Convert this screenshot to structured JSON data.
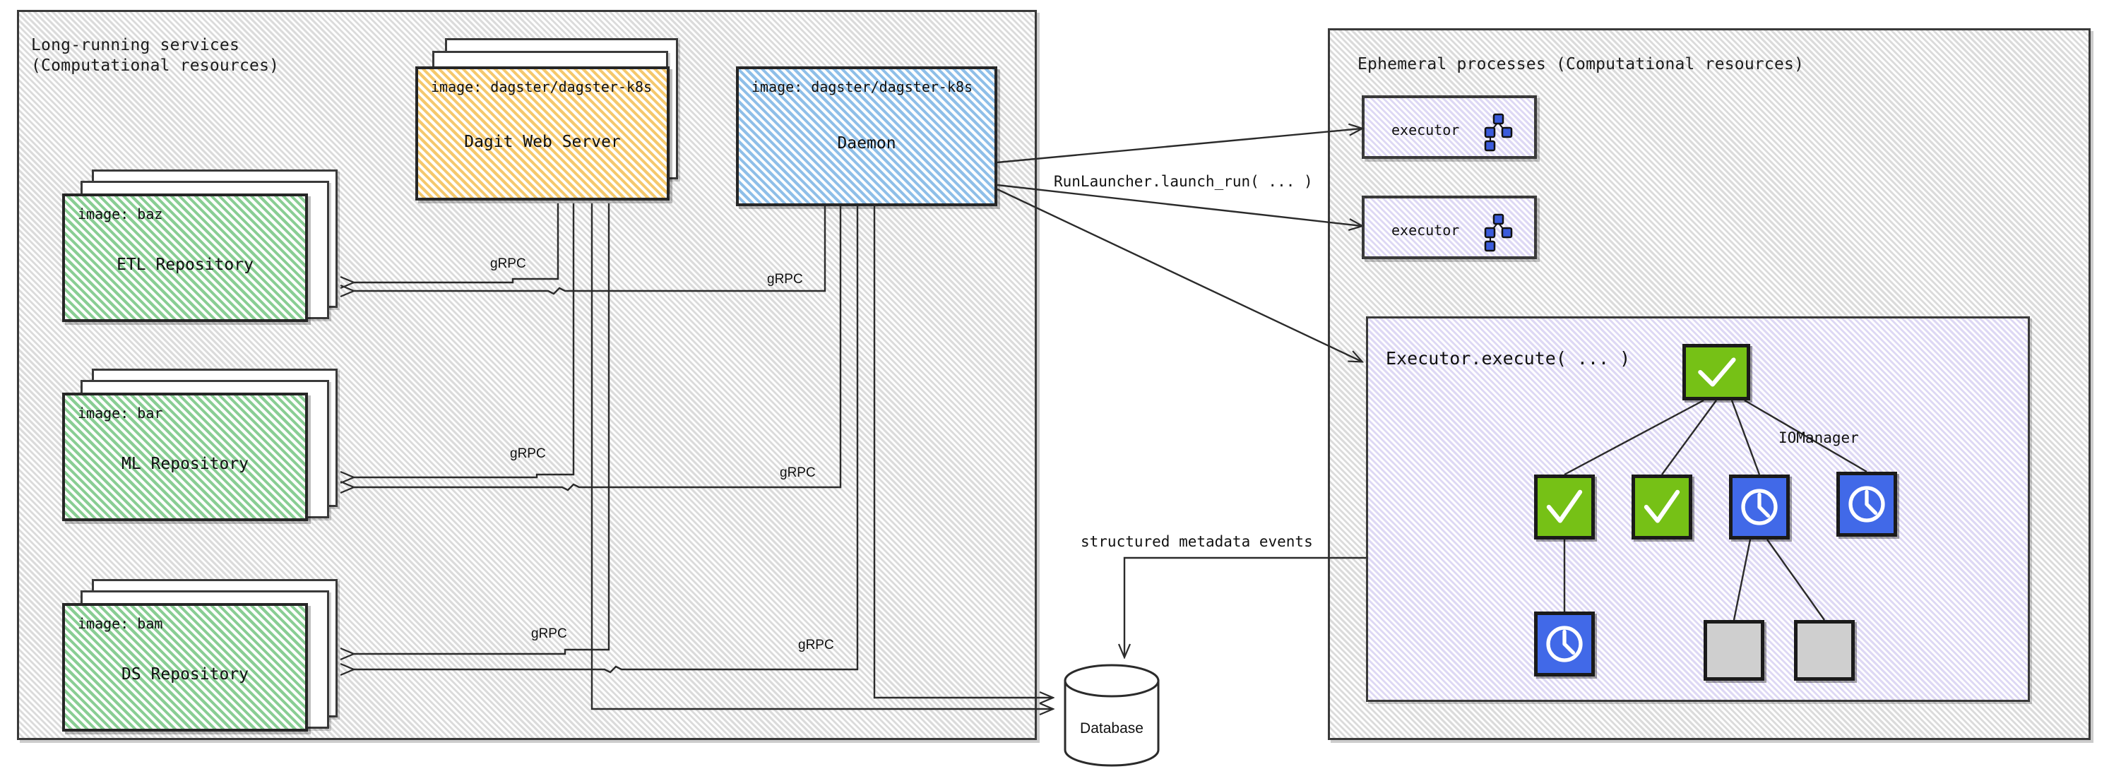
{
  "colors": {
    "green_node": "#76c116",
    "blue_node": "#4169e8",
    "grey_node": "#cfcfcf",
    "repo_fill": "#dff2e0",
    "dagit_fill": "#fdeec9",
    "daemon_fill": "#dbeaf9",
    "executor_fill": "#f3f1fb",
    "panel_fill": "#f2f2f2",
    "stroke": "#3a3a3a"
  },
  "left_panel": {
    "title": "Long-running services\n(Computational resources)"
  },
  "right_panel": {
    "title": "Ephemeral processes (Computational resources)"
  },
  "services": [
    {
      "image": "image: dagster/dagster-k8s",
      "name": "Dagit Web Server",
      "style": "orange"
    },
    {
      "image": "image: dagster/dagster-k8s",
      "name": "Daemon",
      "style": "blue"
    }
  ],
  "repositories": [
    {
      "image": "image: baz",
      "name": "ETL Repository"
    },
    {
      "image": "image: bar",
      "name": "ML Repository"
    },
    {
      "image": "image: bam",
      "name": "DS Repository"
    }
  ],
  "executors": [
    {
      "label": "executor",
      "icon": "dag-icon"
    },
    {
      "label": "executor",
      "icon": "dag-icon"
    }
  ],
  "execute_panel": {
    "title": "Executor.execute( ... )",
    "io_manager_label": "IOManager"
  },
  "database": {
    "label": "Database"
  },
  "edge_labels": {
    "run_launcher": "RunLauncher.launch_run( ... )",
    "structured_metadata": "structured metadata events",
    "grpc": "gRPC"
  },
  "grpc_labels": [
    {
      "text": "gRPC"
    },
    {
      "text": "gRPC"
    },
    {
      "text": "gRPC"
    },
    {
      "text": "gRPC"
    },
    {
      "text": "gRPC"
    },
    {
      "text": "gRPC"
    }
  ],
  "dag_nodes": [
    {
      "kind": "check",
      "name": "dag-node-root-success"
    },
    {
      "kind": "check",
      "name": "dag-node-success-a"
    },
    {
      "kind": "check",
      "name": "dag-node-success-b"
    },
    {
      "kind": "clock",
      "name": "dag-node-running-a"
    },
    {
      "kind": "clock",
      "name": "dag-node-running-b"
    },
    {
      "kind": "clock",
      "name": "dag-node-running-c"
    },
    {
      "kind": "empty",
      "name": "dag-node-queued-a"
    },
    {
      "kind": "empty",
      "name": "dag-node-queued-b"
    }
  ]
}
